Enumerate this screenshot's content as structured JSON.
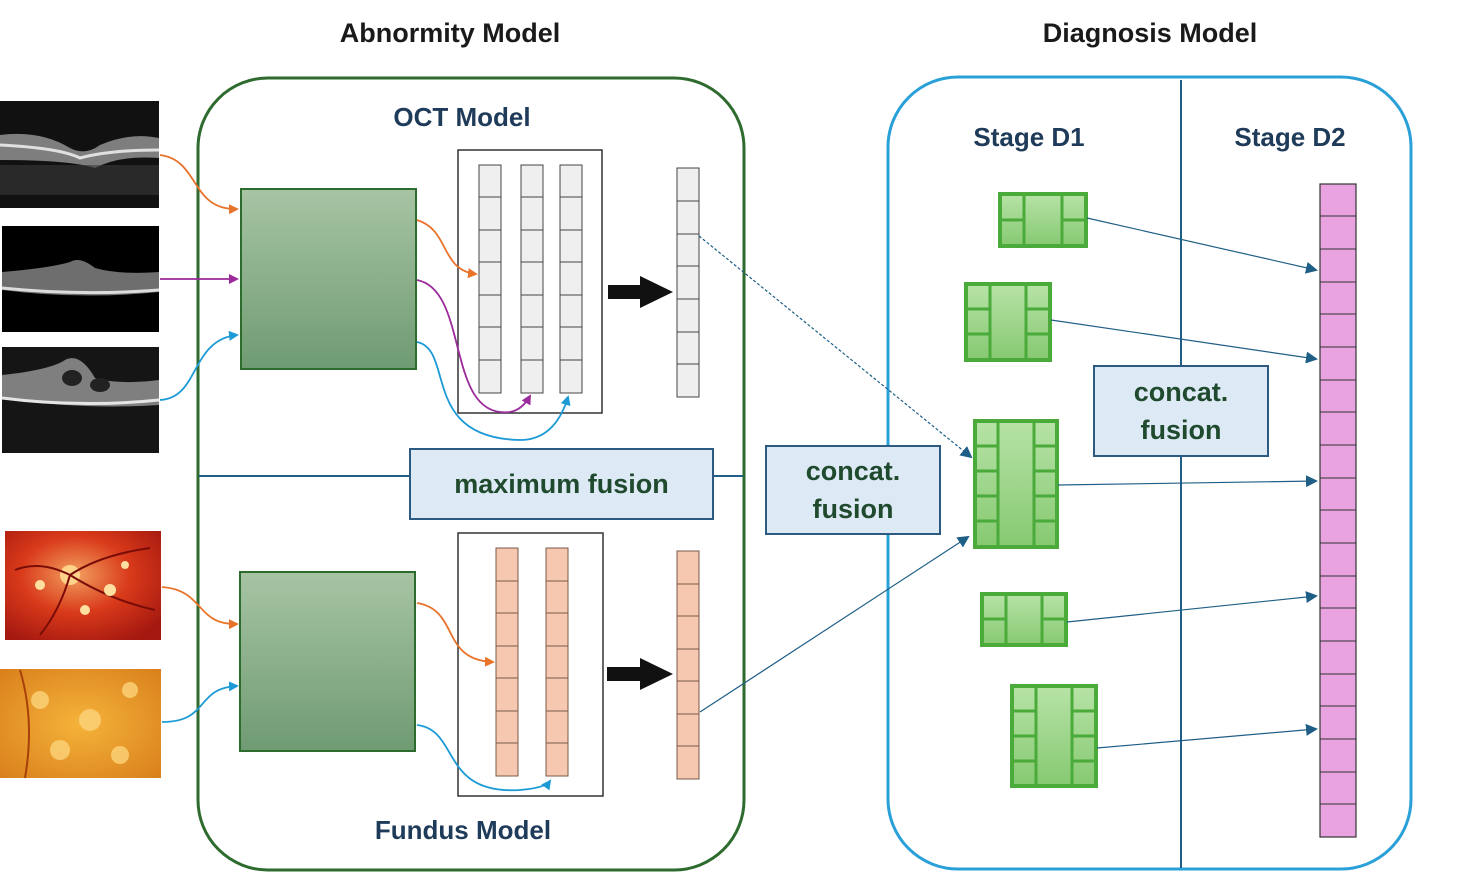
{
  "titles": {
    "abnormity_model": "Abnormity Model",
    "diagnosis_model": "Diagnosis Model"
  },
  "abnormity": {
    "oct_model": "OCT Model",
    "fundus_model": "Fundus Model",
    "maximum_fusion": "maximum fusion"
  },
  "middle": {
    "concat_fusion": "concat.\nfusion"
  },
  "diagnosis": {
    "stage_d1": "Stage D1",
    "stage_d2": "Stage D2",
    "concat_fusion": "concat.\nfusion"
  },
  "colors": {
    "oct_orange_arrow": "#e8732a",
    "oct_purple_arrow": "#9b2a9b",
    "oct_blue_arrow": "#1b9ad6",
    "abnormity_border": "#2e6b2e",
    "diagnosis_border": "#29a0d8",
    "oct_feature_cells": "#efefef",
    "fundus_feature_cells": "#f7c8b0",
    "d1_blocks": "#8fcf7a",
    "d2_vector": "#e8a3e0"
  }
}
